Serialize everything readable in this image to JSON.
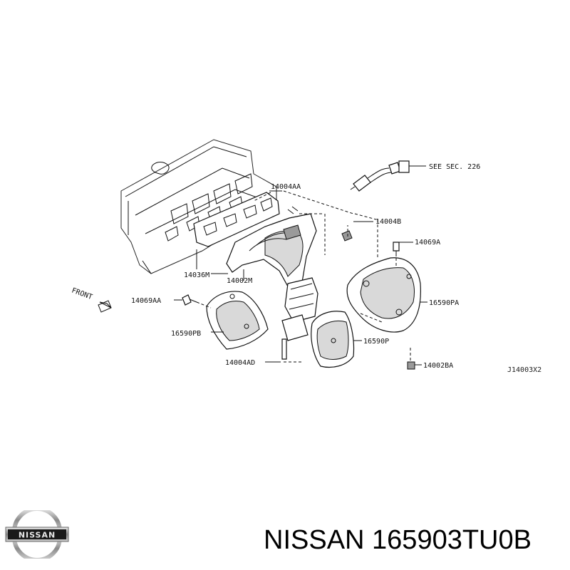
{
  "diagram": {
    "labels": {
      "see_sec": "SEE SEC. 226",
      "p14004AA": "14004AA",
      "p14004B": "14004B",
      "p14069A": "14069A",
      "p14036M": "14036M",
      "p14002M": "14002M",
      "p14069AA": "14069AA",
      "p16590PA": "16590PA",
      "p16590PB": "16590PB",
      "p16590P": "16590P",
      "p14004AD": "14004AD",
      "p14002BA": "14002BA",
      "front": "FRONT",
      "ref_code": "J14003X2"
    }
  },
  "footer": {
    "logo_text": "NISSAN",
    "part_title": "NISSAN 165903TU0B"
  }
}
